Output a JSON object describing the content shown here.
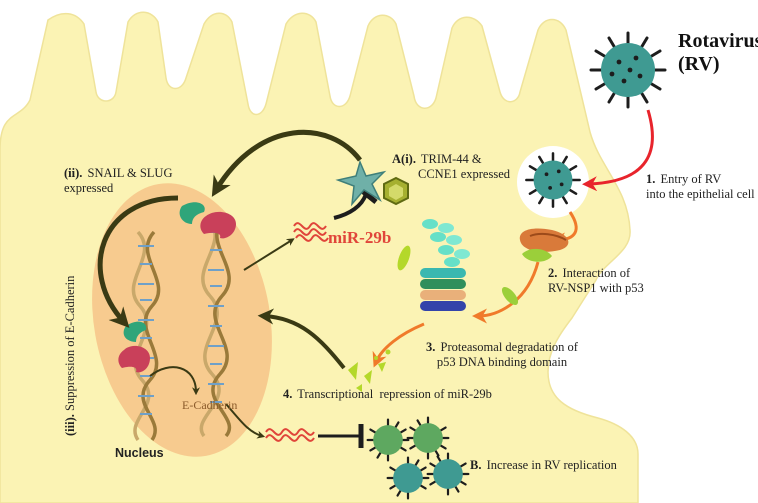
{
  "virus": {
    "title_line1": "Rotavirus",
    "title_line2": "(RV)"
  },
  "steps": {
    "s1": {
      "num": "1.",
      "text_line1": "Entry of RV",
      "text_line2": "into the epithelial cell"
    },
    "s2": {
      "num": "2.",
      "text_line1": "Interaction of",
      "text_line2": "RV-NSP1 with p53"
    },
    "s3": {
      "num": "3.",
      "text_line1": "Proteasomal degradation of",
      "text_line2": "p53 DNA binding domain"
    },
    "s4": {
      "num": "4.",
      "text": "Transcriptional  repression of miR-29b"
    }
  },
  "branches": {
    "a": {
      "tag": "A(i).",
      "text_line1": "TRIM-44 &",
      "text_line2": "CCNE1 expressed"
    },
    "ii": {
      "tag": "(ii).",
      "text_line1": "SNAIL & SLUG",
      "text_line2": "expressed"
    },
    "iii": {
      "tag": "(iii).",
      "text": "Suppression of E-Cadherin"
    },
    "b": {
      "tag": "B.",
      "text": "Increase in RV replication"
    }
  },
  "labels": {
    "mir": "miR-29b",
    "nucleus": "Nucleus",
    "ecadherin": "E-Cadherin"
  },
  "colors": {
    "cell": "#fbf3b4",
    "cell_stroke": "#efe39a",
    "nucleus": "#f6c88c",
    "virus_body": "#3f9a92",
    "virus_spike": "#1d1d1d",
    "step_arrow_red": "#e8242c",
    "step_arrow_orange": "#f07a2a",
    "dark_arrow": "#3a3a14",
    "mirna": "#e0453a",
    "dna_strand": "#c9a86a",
    "dna_rung": "#6fa0c8",
    "snail": "#2fa57a",
    "slug": "#c9405a",
    "trim44": "#6fb0a8",
    "ccne1": "#a6b030",
    "nsp1_left": "#d97a3a",
    "nsp1_right": "#9bcf3a",
    "fragment": "#b4d82a"
  },
  "icons": [
    "rotavirus-icon",
    "trim44-star-icon",
    "ccne1-hexagon-icon",
    "proteasome-icon",
    "snail-icon",
    "slug-icon",
    "dna-helix-icon",
    "mirna-icon"
  ]
}
